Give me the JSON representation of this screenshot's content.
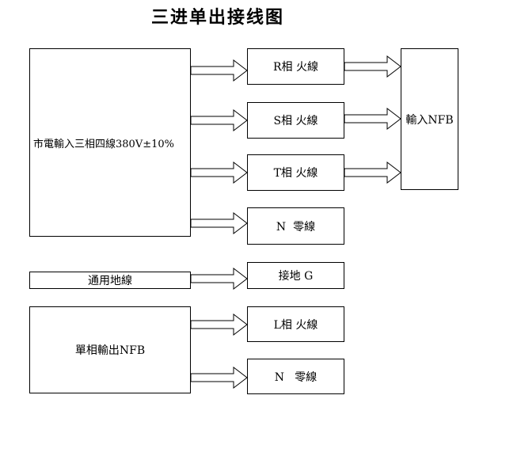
{
  "title": "三进单出接线图",
  "sources": {
    "mains_input": "市電輸入三相四線380V±10%",
    "common_ground": "通用地線",
    "single_phase_output": "單相輸出NFB"
  },
  "terminals": {
    "r_phase": "R相 火線",
    "s_phase": "S相 火線",
    "t_phase": "T相 火線",
    "n_neutral_top": "N  零線",
    "ground_g": "接地 G",
    "l_phase": "L相 火線",
    "n_neutral_bottom": "N   零線"
  },
  "input_nfb": "輸入NFB"
}
